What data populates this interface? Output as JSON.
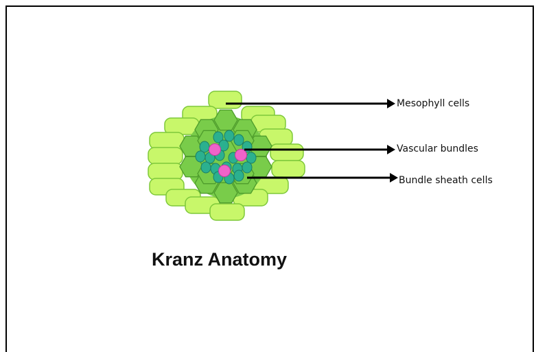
{
  "title": "Kranz Anatomy",
  "labels": {
    "mesophyll": "Mesophyll cells",
    "vascular": "Vascular bundles",
    "bundle_sheath": "Bundle sheath cells"
  },
  "colors": {
    "mesophyll_fill": "#c8f76a",
    "mesophyll_stroke": "#7ec83a",
    "sheath_fill": "#79cc4a",
    "sheath_stroke": "#4e9c2c",
    "vascular_fill": "#2bb08f",
    "vascular_stroke": "#1a7e66",
    "bundle_fill": "#ef63c9",
    "bundle_stroke": "#c23aa0",
    "arrow": "#000000"
  }
}
